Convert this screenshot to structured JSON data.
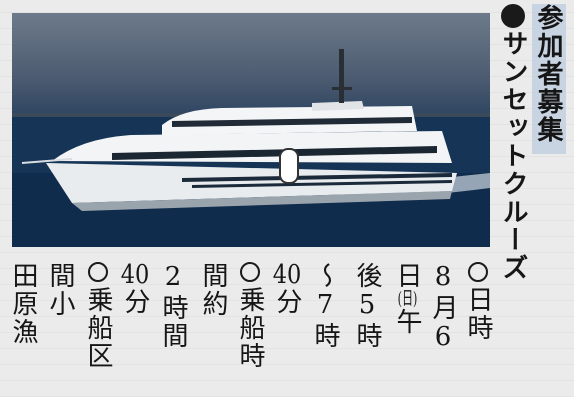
{
  "title": "参加者募集",
  "event_name": "サンセットクルーズ",
  "details": {
    "date_label": "日時",
    "date_value_month": "8",
    "date_value_month_unit": "月",
    "date_value_day": "6",
    "date_value_day_unit": "日",
    "date_weekday": "(日)",
    "time_ampm": "午後",
    "time_start": "5",
    "time_start_unit": "時",
    "time_tilde": "〜",
    "time_end": "7",
    "time_end_unit": "時",
    "time_end_min": "40",
    "time_end_min_unit": "分",
    "boarding_label": "乗船時間",
    "boarding_about": "約",
    "boarding_hours": "2",
    "boarding_hours_unit": "時間",
    "boarding_minutes": "40",
    "boarding_minutes_unit": "分",
    "section_label": "乗船区間",
    "section_value_1": "小田原",
    "section_value_2": "漁"
  },
  "colors": {
    "title_band": "#c9d4e2",
    "text": "#161616"
  },
  "icons": [
    "bullet-icon",
    "circle-mark-icon"
  ]
}
